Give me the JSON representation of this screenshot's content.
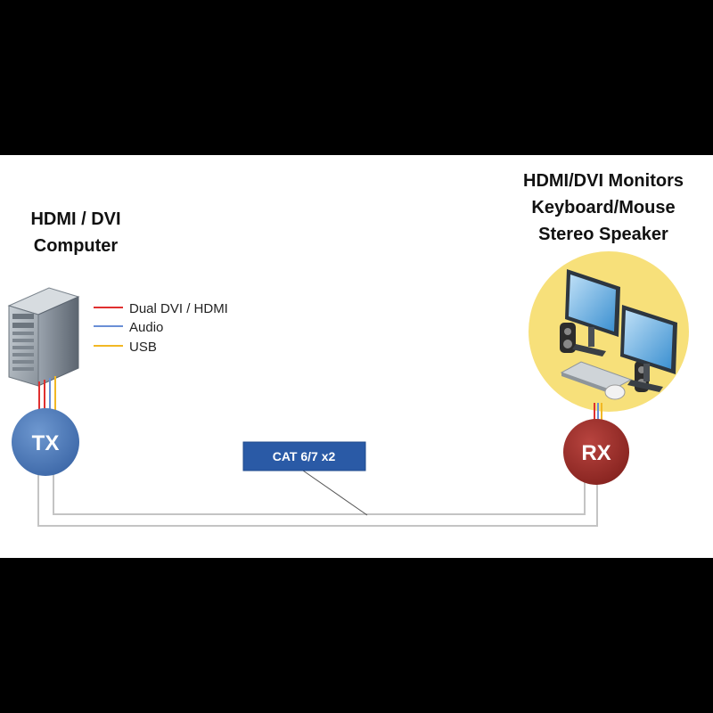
{
  "source": {
    "title_line1": "HDMI / DVI",
    "title_line2": "Computer"
  },
  "destination": {
    "title_line1": "HDMI/DVI Monitors",
    "title_line2": "Keyboard/Mouse",
    "title_line3": "Stereo Speaker"
  },
  "legend": [
    {
      "label": "Dual DVI / HDMI",
      "color": "#e03030"
    },
    {
      "label": "Audio",
      "color": "#6a8fd6"
    },
    {
      "label": "USB",
      "color": "#f2b824"
    }
  ],
  "nodes": {
    "tx": {
      "label": "TX",
      "color": "#4a78b8"
    },
    "rx": {
      "label": "RX",
      "color": "#9c2f2b"
    }
  },
  "cable": {
    "label": "CAT 6/7 x2",
    "color": "#2a5aa6"
  },
  "colors": {
    "background": "#ffffff",
    "frame": "#000000",
    "cable_line": "#c8c8c8",
    "device_circle": "#f7e07a"
  }
}
